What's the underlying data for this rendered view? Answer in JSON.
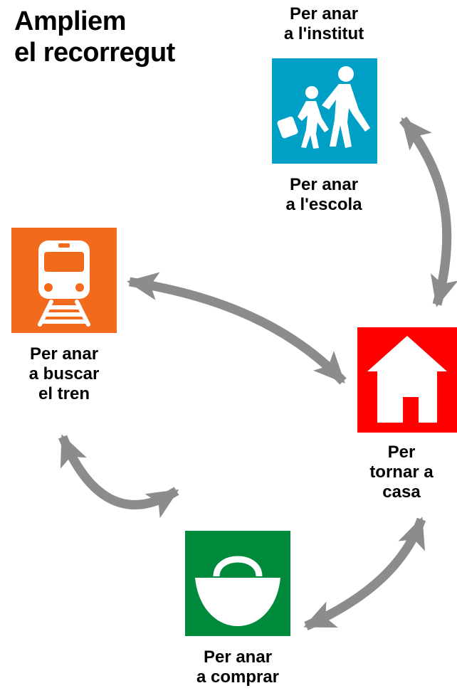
{
  "title": {
    "line1": "Ampliem",
    "line2": "el recorregut"
  },
  "nodes": {
    "school": {
      "top_label": {
        "line1": "Per anar",
        "line2": "a l'institut"
      },
      "bottom_label": {
        "line1": "Per anar",
        "line2": "a l'escola"
      },
      "icon": "children-walking-icon",
      "color": "#00A0C6"
    },
    "train": {
      "label": {
        "line1": "Per anar",
        "line2": "a buscar",
        "line3": "el tren"
      },
      "icon": "train-icon",
      "color": "#F26A1B"
    },
    "home": {
      "label": {
        "line1": "Per",
        "line2": "tornar a",
        "line3": "casa"
      },
      "icon": "house-icon",
      "color": "#FF0000"
    },
    "shop": {
      "label": {
        "line1": "Per anar",
        "line2": "a comprar"
      },
      "icon": "shopping-basket-icon",
      "color": "#008A3C"
    }
  },
  "arrow_color": "#8C8C8C"
}
